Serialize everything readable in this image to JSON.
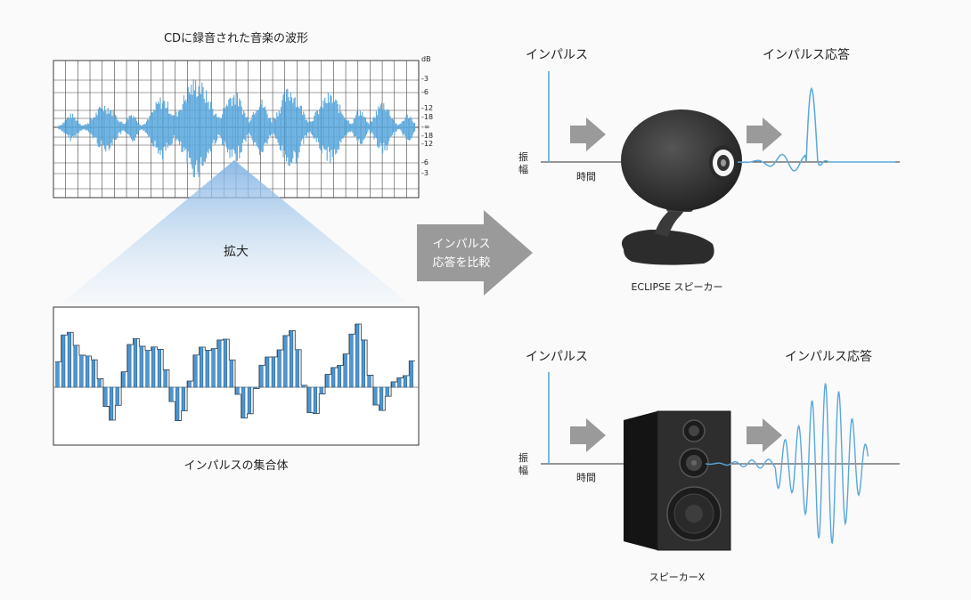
{
  "left": {
    "cd_title": "CDに録音された音楽の波形",
    "db_scale": [
      "dB",
      "-3",
      "-6",
      "-12",
      "-18",
      "-∞",
      "-18",
      "-12",
      "-6",
      "-3"
    ],
    "zoom_label": "拡大",
    "impulse_set_caption": "インパルスの集合体"
  },
  "center": {
    "arrow_line1": "インパルス",
    "arrow_line2": "応答を比較"
  },
  "top": {
    "impulse_title": "インパルス",
    "response_title": "インパルス応答",
    "amplitude_label_1": "振",
    "amplitude_label_2": "幅",
    "time_label": "時間",
    "speaker_caption": "ECLIPSE スピーカー"
  },
  "bottom": {
    "impulse_title": "インパルス",
    "response_title": "インパルス応答",
    "amplitude_label_1": "振",
    "amplitude_label_2": "幅",
    "time_label": "時間",
    "speaker_caption": "スピーカーX"
  },
  "colors": {
    "wave_blue": "#5aa7dc",
    "bar_blue": "#4f97d1",
    "arrow_gray": "#9a9a9a",
    "speaker_dark": "#3a3a3a"
  }
}
